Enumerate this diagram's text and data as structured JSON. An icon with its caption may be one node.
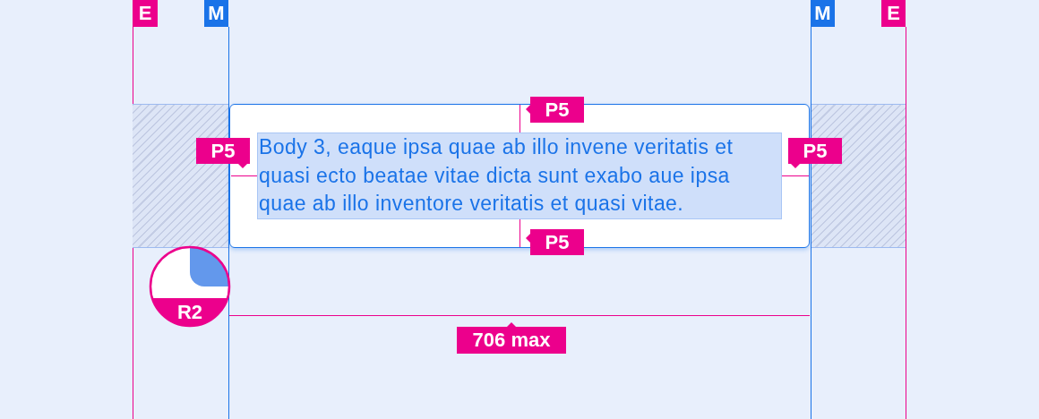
{
  "diagram": {
    "nodes": [
      {
        "text": [],
        "shape": "box"
      },
      {
        "text": [],
        "shape": "box"
      },
      {
        "text": [
          "Body 3, eaque ipsa quae ab illo invene veritatis et quasi ecto beatae vitae dicta sunt exabo aue ipsa quae ab illo inventore veritatis et quasi vitae."
        ],
        "in": 1
      },
      {
        "text": [],
        "shape": "box"
      }
    ],
    "labels": [
      "E",
      "M",
      "M",
      "E",
      "P5",
      "P5",
      "P5",
      "P5",
      "R2",
      "706 max"
    ]
  }
}
